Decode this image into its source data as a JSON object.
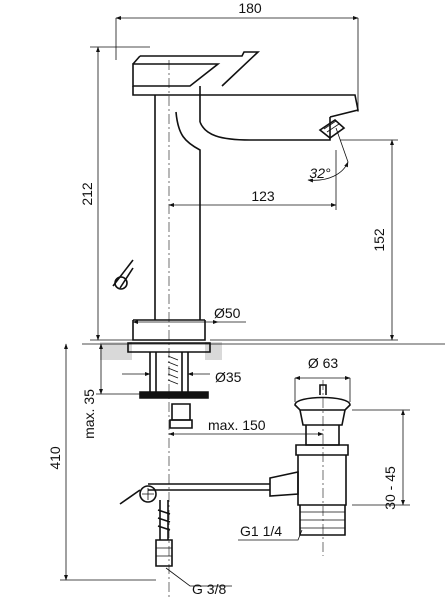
{
  "dimensions": {
    "width_overall": "180",
    "height_total": "212",
    "spout_reach": "123",
    "spout_height": "152",
    "aerator_angle": "32°",
    "base_diameter": "Ø50",
    "hole_diameter": "Ø35",
    "max_thickness": "max. 35",
    "installation_height": "410",
    "drain_distance": "max. 150",
    "waste_diameter": "Ø 63",
    "waste_adjust": "30 - 45",
    "waste_thread": "G1 1/4",
    "supply_thread": "G 3/8"
  }
}
